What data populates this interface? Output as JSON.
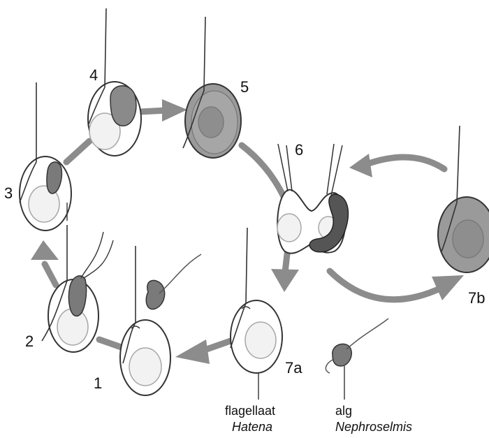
{
  "stages": {
    "s1": "1",
    "s2": "2",
    "s3": "3",
    "s4": "4",
    "s5": "5",
    "s6": "6",
    "s7a": "7a",
    "s7b": "7b"
  },
  "captions": {
    "flagellate_label": "flagellaat",
    "flagellate_name": "Hatena",
    "alga_label": "alg",
    "alga_name": "Nephroselmis"
  },
  "colors": {
    "arrow": "#8c8c8c",
    "cell_outline": "#333333",
    "nucleus": "#a8a8a8",
    "alga_fill": "#7a7a7a",
    "alga_dark": "#555555",
    "filled_cell": "#9a9a9a"
  }
}
